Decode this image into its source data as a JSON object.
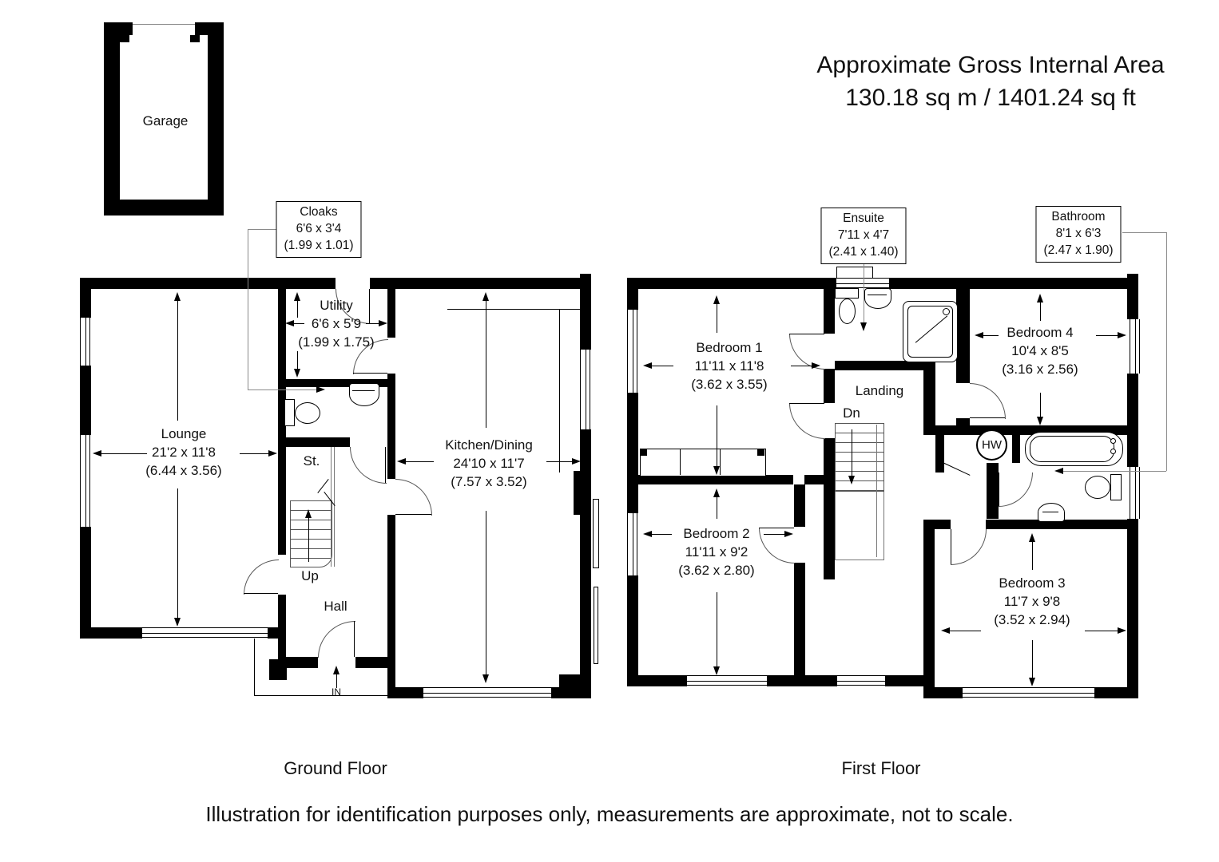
{
  "header": {
    "title": "Approximate Gross Internal Area",
    "area": "130.18 sq m / 1401.24 sq ft"
  },
  "garage": {
    "label": "Garage"
  },
  "ground_floor": {
    "caption": "Ground Floor",
    "lounge": {
      "name": "Lounge",
      "imperial": "21'2 x 11'8",
      "metric": "(6.44 x 3.56)"
    },
    "kitchen": {
      "name": "Kitchen/Dining",
      "imperial": "24'10 x 11'7",
      "metric": "(7.57 x 3.52)"
    },
    "utility": {
      "name": "Utility",
      "imperial": "6'6 x 5'9",
      "metric": "(1.99 x 1.75)"
    },
    "cloaks": {
      "name": "Cloaks",
      "imperial": "6'6 x 3'4",
      "metric": "(1.99 x 1.01)"
    },
    "hall": "Hall",
    "store": "St.",
    "up": "Up",
    "entrance": "IN"
  },
  "first_floor": {
    "caption": "First Floor",
    "bedroom1": {
      "name": "Bedroom 1",
      "imperial": "11'11 x 11'8",
      "metric": "(3.62 x 3.55)"
    },
    "bedroom2": {
      "name": "Bedroom 2",
      "imperial": "11'11 x 9'2",
      "metric": "(3.62 x 2.80)"
    },
    "bedroom3": {
      "name": "Bedroom 3",
      "imperial": "11'7 x 9'8",
      "metric": "(3.52 x 2.94)"
    },
    "bedroom4": {
      "name": "Bedroom 4",
      "imperial": "10'4 x 8'5",
      "metric": "(3.16 x 2.56)"
    },
    "ensuite": {
      "name": "Ensuite",
      "imperial": "7'11 x 4'7",
      "metric": "(2.41 x 1.40)"
    },
    "bathroom": {
      "name": "Bathroom",
      "imperial": "8'1 x 6'3",
      "metric": "(2.47 x 1.90)"
    },
    "landing": "Landing",
    "down": "Dn",
    "hot_water": "HW"
  },
  "footer": {
    "disclaimer": "Illustration for identification purposes only, measurements are approximate, not to scale."
  },
  "colors": {
    "wall": "#000000",
    "leader": "#8a8a8a"
  }
}
